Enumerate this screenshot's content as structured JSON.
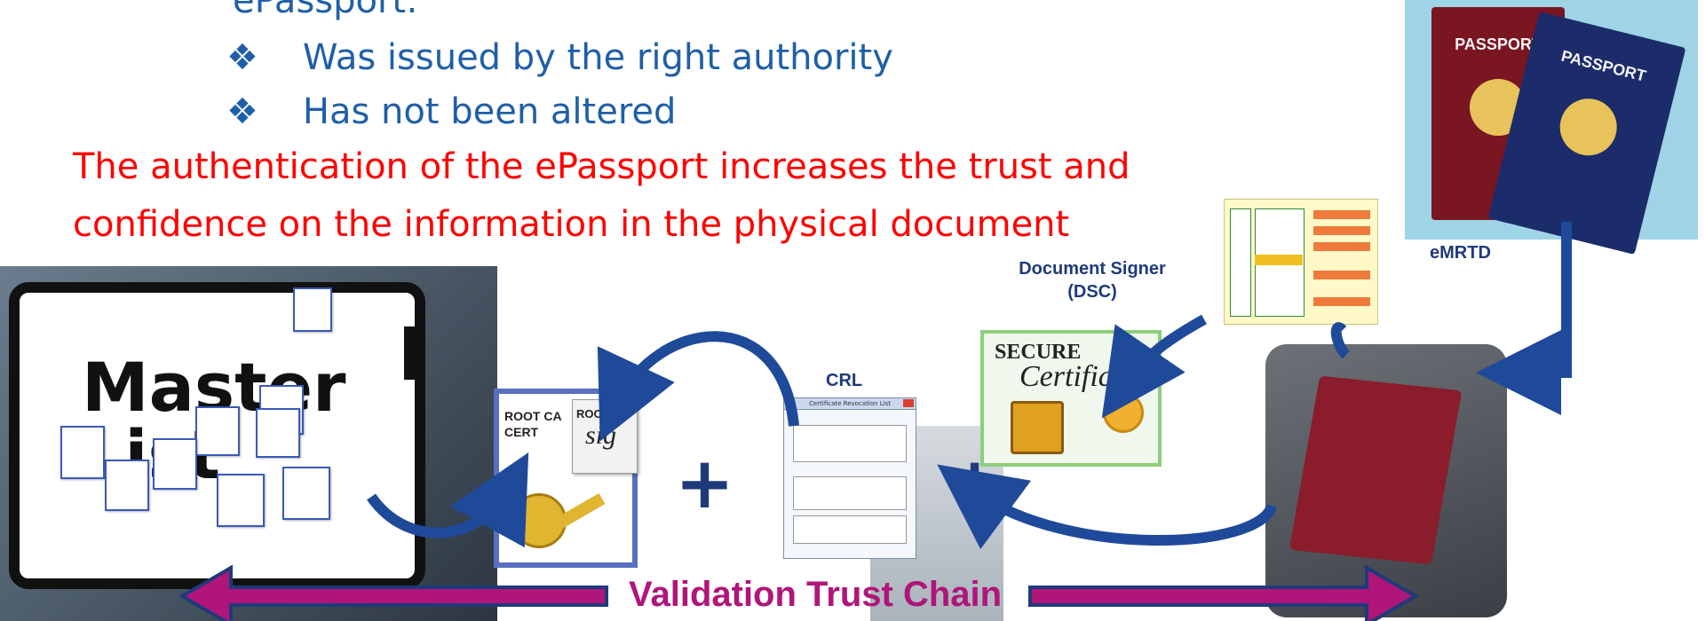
{
  "text": {
    "top_line": "ePassport:",
    "bullets": [
      "Was issued by the right authority",
      "Has not been altered"
    ],
    "red_statement_line1": "The authentication of the ePassport increases the trust and",
    "red_statement_line2": "confidence on the information in the physical document"
  },
  "labels": {
    "emrtd": "eMRTD",
    "document_signer_line1": "Document Signer",
    "document_signer_line2": "(DSC)",
    "crl": "CRL",
    "validation": "Validation Trust Chain",
    "master_list": "Master",
    "master_list_line2": "List",
    "root_ca_cert": "ROOT CA",
    "root_ca_cert2": "CERT",
    "root_ca_sig": "ROOT CA",
    "sig": "sig",
    "passport_red": "PASSPORT",
    "passport_blue": "PASSPORT",
    "secure": "SECURE",
    "certificate": "Certificate",
    "plus": "+",
    "crl_window_title": "Certificate Revocation List"
  },
  "colors": {
    "blue_text": "#1f5fa8",
    "red_text": "#ff0000",
    "arrow_magenta": "#b0157a",
    "arrow_navy": "#1f4a9a",
    "label_navy": "#1f3a7a"
  }
}
